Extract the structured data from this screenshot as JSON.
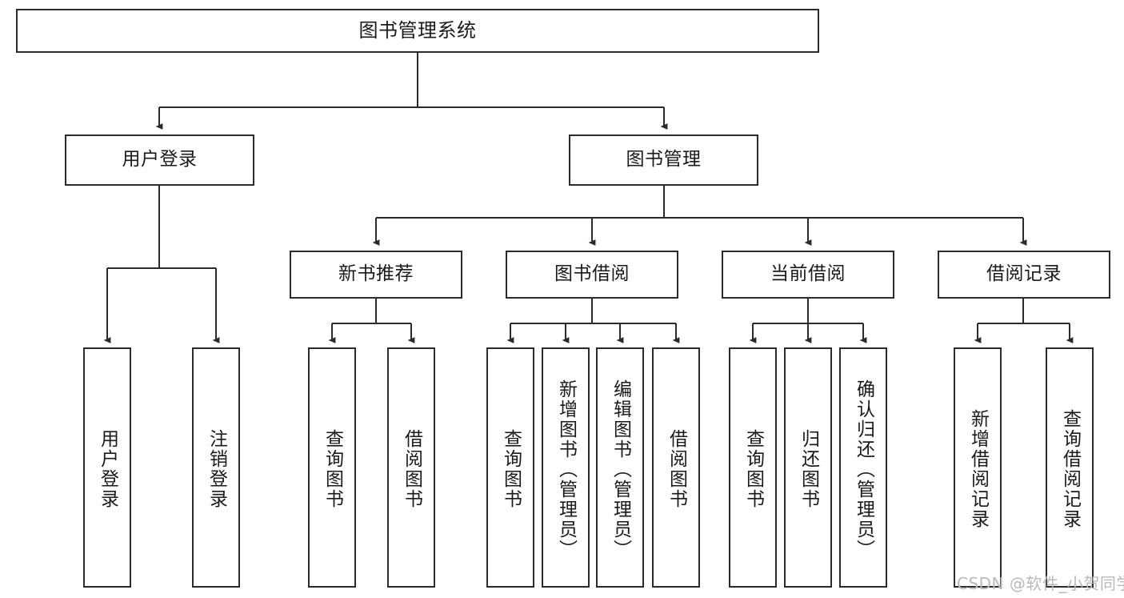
{
  "diagram": {
    "title": "图书管理系统",
    "type": "tree-hierarchy",
    "colors": {
      "border": "#2b2b2b",
      "background": "#ffffff",
      "text": "#1a1a1a",
      "connector": "#2b2b2b",
      "watermark": "#b9b9b9"
    },
    "watermark": "CSDN @软件_小贺同学",
    "root": {
      "label": "图书管理系统"
    },
    "level2": [
      {
        "label": "用户登录"
      },
      {
        "label": "图书管理"
      }
    ],
    "level3": [
      {
        "label": "新书推荐"
      },
      {
        "label": "图书借阅"
      },
      {
        "label": "当前借阅"
      },
      {
        "label": "借阅记录"
      }
    ],
    "leaves": {
      "user_login": [
        {
          "label": "用户登录"
        },
        {
          "label": "注销登录"
        }
      ],
      "new_book": [
        {
          "label": "查询图书"
        },
        {
          "label": "借阅图书"
        }
      ],
      "book_borrow": [
        {
          "label": "查询图书"
        },
        {
          "label": "新增图书（管理员）"
        },
        {
          "label": "编辑图书（管理员）"
        },
        {
          "label": "借阅图书"
        }
      ],
      "current_borrow": [
        {
          "label": "查询图书"
        },
        {
          "label": "归还图书"
        },
        {
          "label": "确认归还（管理员）"
        }
      ],
      "borrow_record": [
        {
          "label": "新增借阅记录"
        },
        {
          "label": "查询借阅记录"
        }
      ]
    }
  }
}
